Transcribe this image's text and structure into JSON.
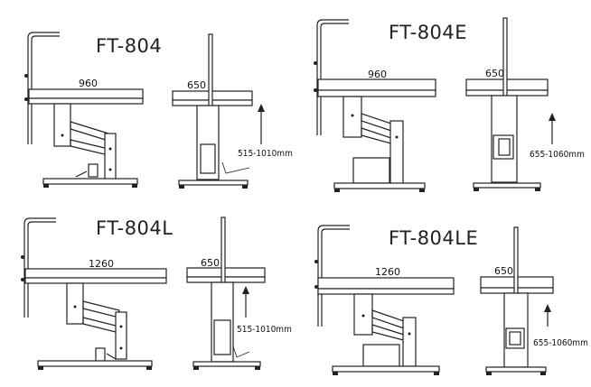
{
  "panels": [
    {
      "id": "ft804",
      "model": "FT-804",
      "top_width": "960",
      "side_width": "650",
      "height_range": "515-1010mm"
    },
    {
      "id": "ft804e",
      "model": "FT-804E",
      "top_width": "960",
      "side_width": "650",
      "height_range": "655-1060mm"
    },
    {
      "id": "ft804l",
      "model": "FT-804L",
      "top_width": "1260",
      "side_width": "650",
      "height_range": "515-1010mm"
    },
    {
      "id": "ft804le",
      "model": "FT-804LE",
      "top_width": "1260",
      "side_width": "650",
      "height_range": "655-1060mm"
    }
  ],
  "colors": {
    "line": "#222222",
    "background": "#ffffff"
  }
}
